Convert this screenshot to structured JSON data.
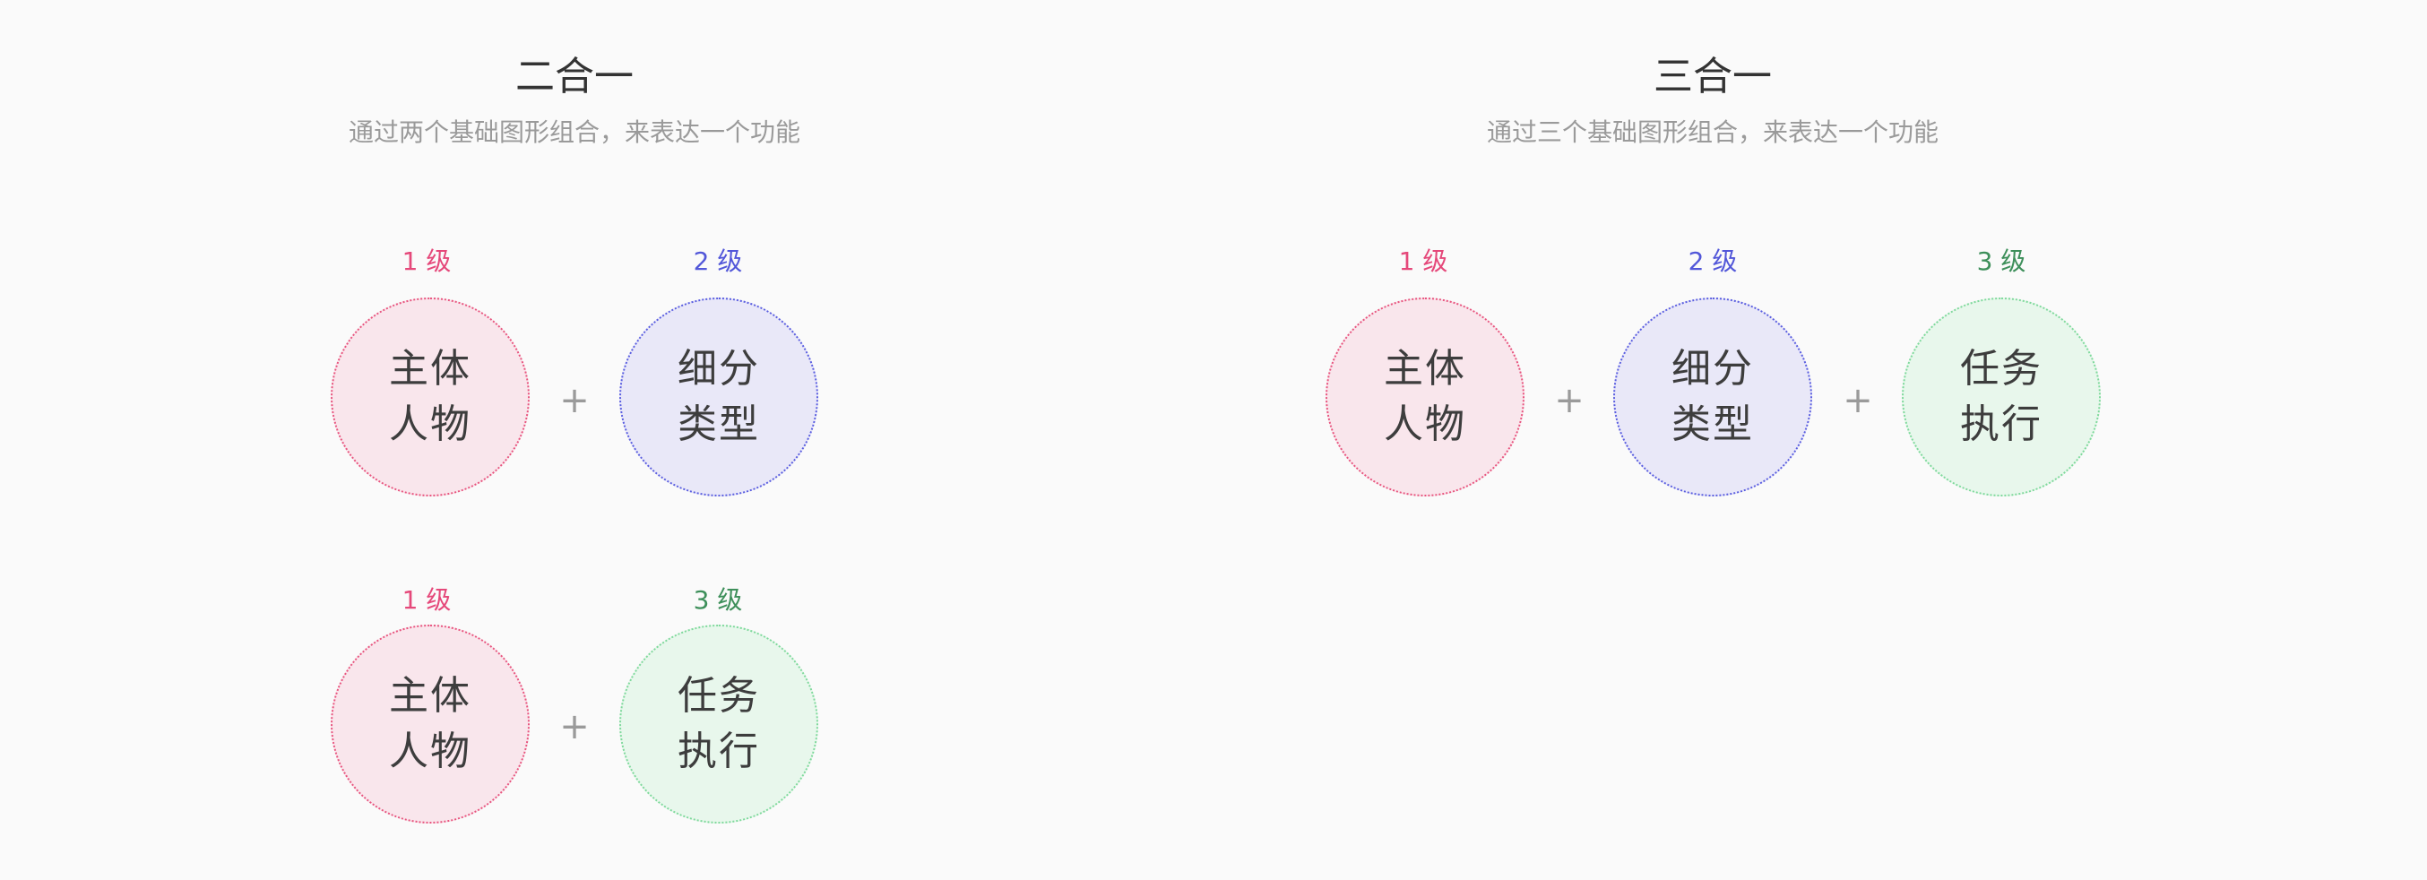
{
  "colors": {
    "level1": "#e5487a",
    "level2": "#5257d9",
    "level3": "#3d8f5a",
    "fill1": "#f9e6ec",
    "fill2": "#e9e8f8",
    "fill3": "#e8f7ec",
    "border1": "#e8557f",
    "border2": "#5a5ee0",
    "border3": "#7fd99c"
  },
  "two_in_one": {
    "title": "二合一",
    "subtitle": "通过两个基础图形组合，来表达一个功能",
    "row1": {
      "items": [
        {
          "level": "1 级",
          "line1": "主体",
          "line2": "人物"
        },
        {
          "level": "2 级",
          "line1": "细分",
          "line2": "类型"
        }
      ],
      "plus": "+"
    },
    "row2": {
      "items": [
        {
          "level": "1 级",
          "line1": "主体",
          "line2": "人物"
        },
        {
          "level": "3 级",
          "line1": "任务",
          "line2": "执行"
        }
      ],
      "plus": "+"
    }
  },
  "three_in_one": {
    "title": "三合一",
    "subtitle": "通过三个基础图形组合，来表达一个功能",
    "items": [
      {
        "level": "1 级",
        "line1": "主体",
        "line2": "人物"
      },
      {
        "level": "2 级",
        "line1": "细分",
        "line2": "类型"
      },
      {
        "level": "3 级",
        "line1": "任务",
        "line2": "执行"
      }
    ],
    "plus1": "+",
    "plus2": "+"
  }
}
